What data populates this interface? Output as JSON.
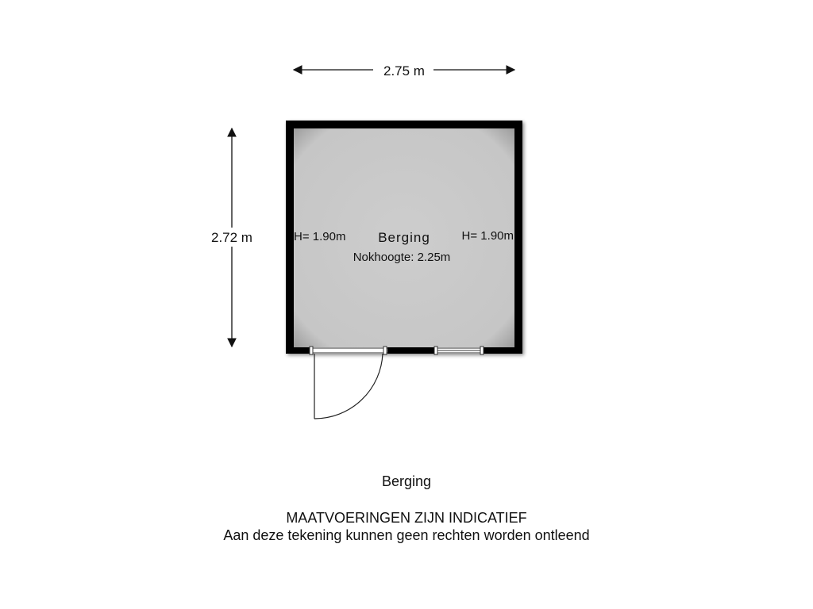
{
  "dimensions": {
    "width": "2.75 m",
    "depth": "2.72 m"
  },
  "room": {
    "name": "Berging",
    "height_left": "H= 1.90m",
    "height_right": "H= 1.90m",
    "ridge_height": "Nokhoogte: 2.25m"
  },
  "footer": {
    "title": "Berging",
    "disclaimer": "MAATVOERINGEN ZIJN INDICATIEF",
    "note": "Aan deze tekening kunnen geen rechten worden ontleend"
  },
  "colors": {
    "wall": "#000000",
    "floor": "#cccccc",
    "line": "#111111"
  }
}
